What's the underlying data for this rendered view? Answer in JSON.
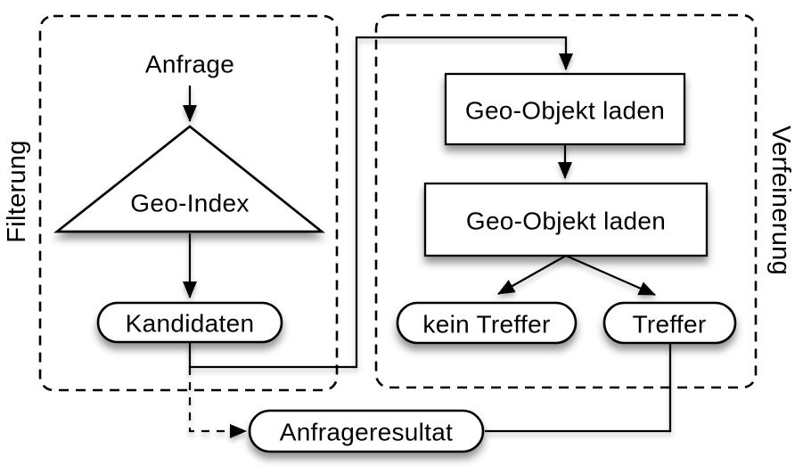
{
  "phases": {
    "filtering": {
      "label": "Filterung"
    },
    "refinement": {
      "label": "Verfeinerung"
    }
  },
  "nodes": {
    "anfrage": {
      "label": "Anfrage"
    },
    "geo_index": {
      "label": "Geo-Index"
    },
    "kandidaten": {
      "label": "Kandidaten"
    },
    "load_geo_object_1": {
      "label": "Geo-Objekt laden"
    },
    "load_geo_object_2": {
      "label": "Geo-Objekt laden"
    },
    "kein_treffer": {
      "label": "kein Treffer"
    },
    "treffer": {
      "label": "Treffer"
    },
    "anfrageresultat": {
      "label": "Anfrageresultat"
    }
  },
  "colors": {
    "stroke": "#000000",
    "node_fill": "#ffffff",
    "background": "#ffffff"
  }
}
